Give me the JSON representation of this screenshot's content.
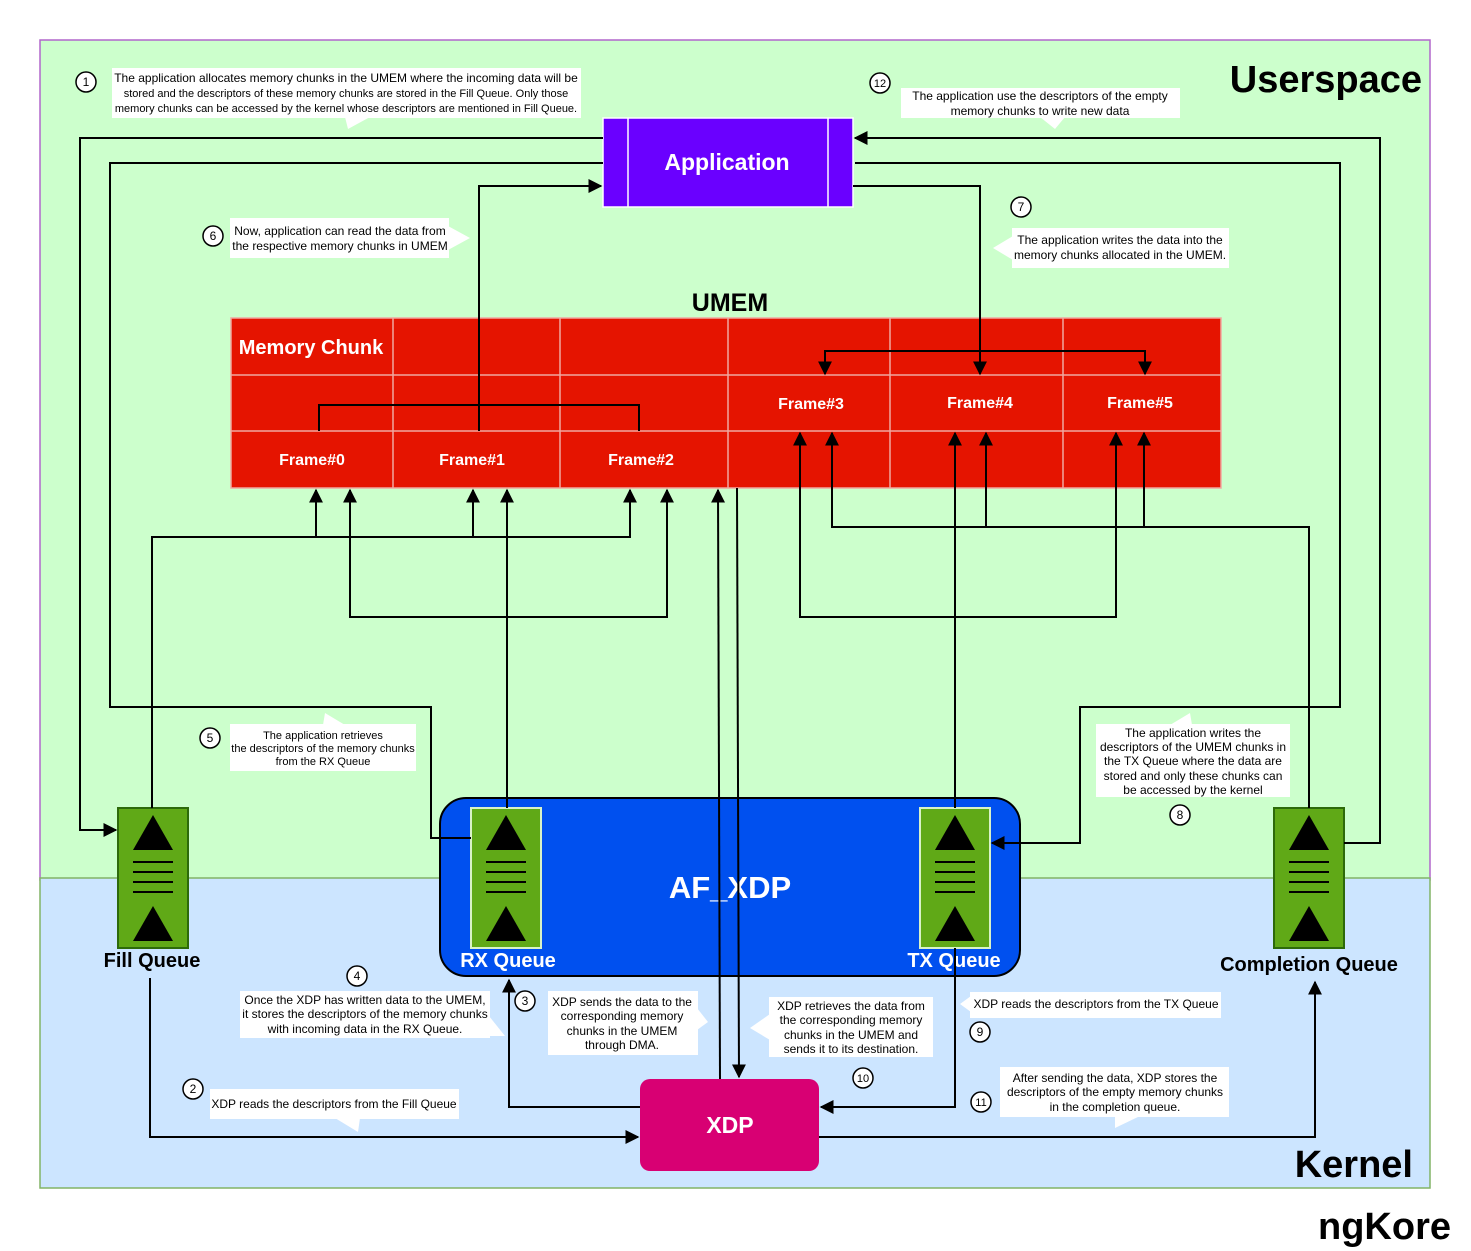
{
  "regions": {
    "userspace": "Userspace",
    "kernel": "Kernel"
  },
  "brand": "ngKore",
  "application": "Application",
  "umem": {
    "title": "UMEM",
    "header": "Memory Chunk",
    "frames": [
      "Frame#0",
      "Frame#1",
      "Frame#2",
      "Frame#3",
      "Frame#4",
      "Frame#5"
    ]
  },
  "af_xdp": "AF_XDP",
  "xdp": "XDP",
  "queues": {
    "fill": "Fill Queue",
    "rx": "RX Queue",
    "tx": "TX Queue",
    "completion": "Completion Queue"
  },
  "steps": [
    {
      "num": "1",
      "lines": [
        "The application allocates memory chunks in the UMEM where the incoming data will be",
        "stored and the descriptors of these memory chunks are stored in the Fill Queue. Only those",
        "memory chunks can be accessed by the kernel whose descriptors are mentioned in Fill Queue."
      ]
    },
    {
      "num": "2",
      "lines": [
        "XDP reads the descriptors from the Fill Queue"
      ]
    },
    {
      "num": "3",
      "lines": [
        "XDP sends the data to the",
        "corresponding memory",
        "chunks in the UMEM",
        "through DMA."
      ]
    },
    {
      "num": "4",
      "lines": [
        "Once the XDP has written data to the UMEM,",
        "it stores the descriptors of the memory chunks",
        "with incoming data in the RX Queue."
      ]
    },
    {
      "num": "5",
      "lines": [
        "The application retrieves",
        "the descriptors of the memory chunks",
        "from the RX Queue"
      ]
    },
    {
      "num": "6",
      "lines": [
        "Now, application can read the data from",
        "the respective memory chunks in UMEM"
      ]
    },
    {
      "num": "7",
      "lines": [
        "The application writes the data into the",
        "memory chunks allocated in the UMEM."
      ]
    },
    {
      "num": "8",
      "lines": [
        "The application writes the",
        "descriptors of the UMEM chunks in",
        "the TX Queue where the data are",
        "stored and only these chunks can",
        "be accessed by the kernel"
      ]
    },
    {
      "num": "9",
      "lines": [
        "XDP reads the descriptors from the TX Queue"
      ]
    },
    {
      "num": "10",
      "lines": [
        "XDP retrieves the data from",
        "the corresponding memory",
        "chunks in the UMEM and",
        "sends it to its destination."
      ]
    },
    {
      "num": "11",
      "lines": [
        "After sending the data, XDP stores the",
        "descriptors of the empty memory chunks",
        "in the completion queue."
      ]
    },
    {
      "num": "12",
      "lines": [
        "The application use the descriptors of the empty",
        "memory chunks to write new data"
      ]
    }
  ],
  "colors": {
    "userspace_bg": "#ccffcc",
    "kernel_bg": "#cce5ff",
    "application": "#6a00ff",
    "umem": "#e51400",
    "af_xdp": "#0050ef",
    "queue": "#60a917",
    "xdp": "#d80073"
  }
}
